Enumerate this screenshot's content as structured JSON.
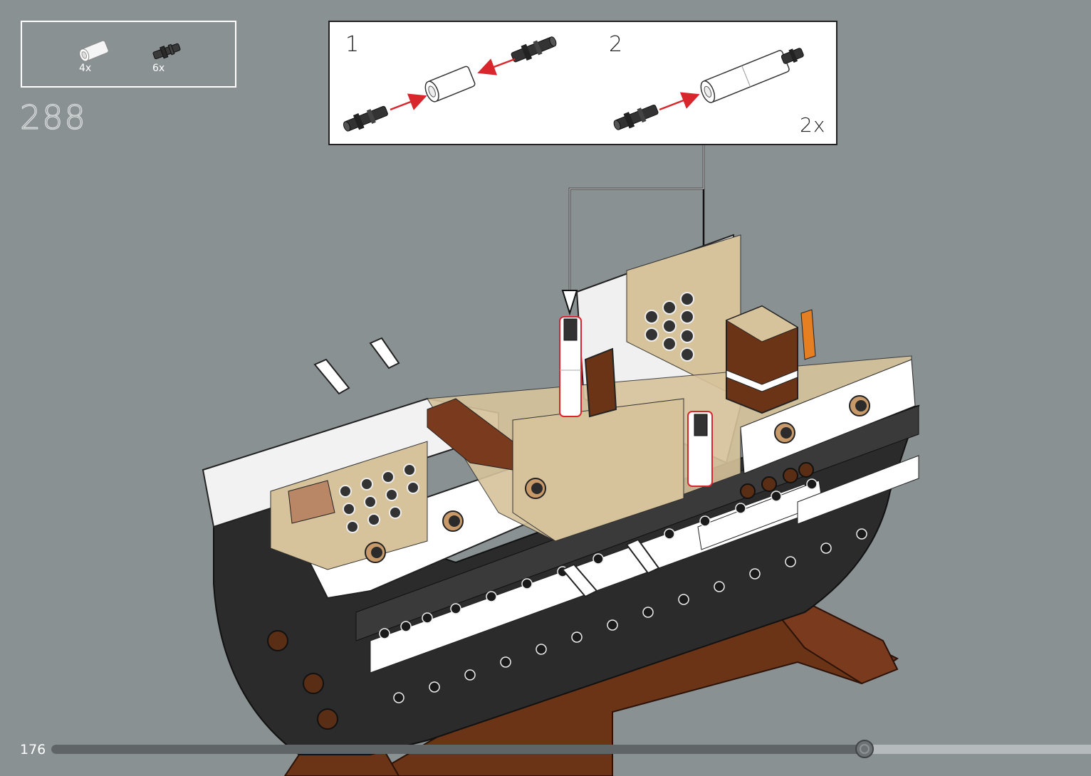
{
  "parts_list": {
    "items": [
      {
        "icon": "white-tube-icon",
        "qty": "4x"
      },
      {
        "icon": "black-axle-pin-icon",
        "qty": "6x"
      }
    ]
  },
  "step": {
    "number": "288"
  },
  "callout": {
    "substeps": [
      {
        "label": "1"
      },
      {
        "label": "2"
      }
    ],
    "multiplier": "2x"
  },
  "footer": {
    "page_number": "176",
    "progress": 0.782
  },
  "colors": {
    "background": "#8a9193",
    "highlight_arrow": "#d9262c",
    "hull_black": "#2b2b2b",
    "tan": "#d7c39b",
    "brown": "#6b3417",
    "reddish_brown": "#7a3a1d"
  }
}
